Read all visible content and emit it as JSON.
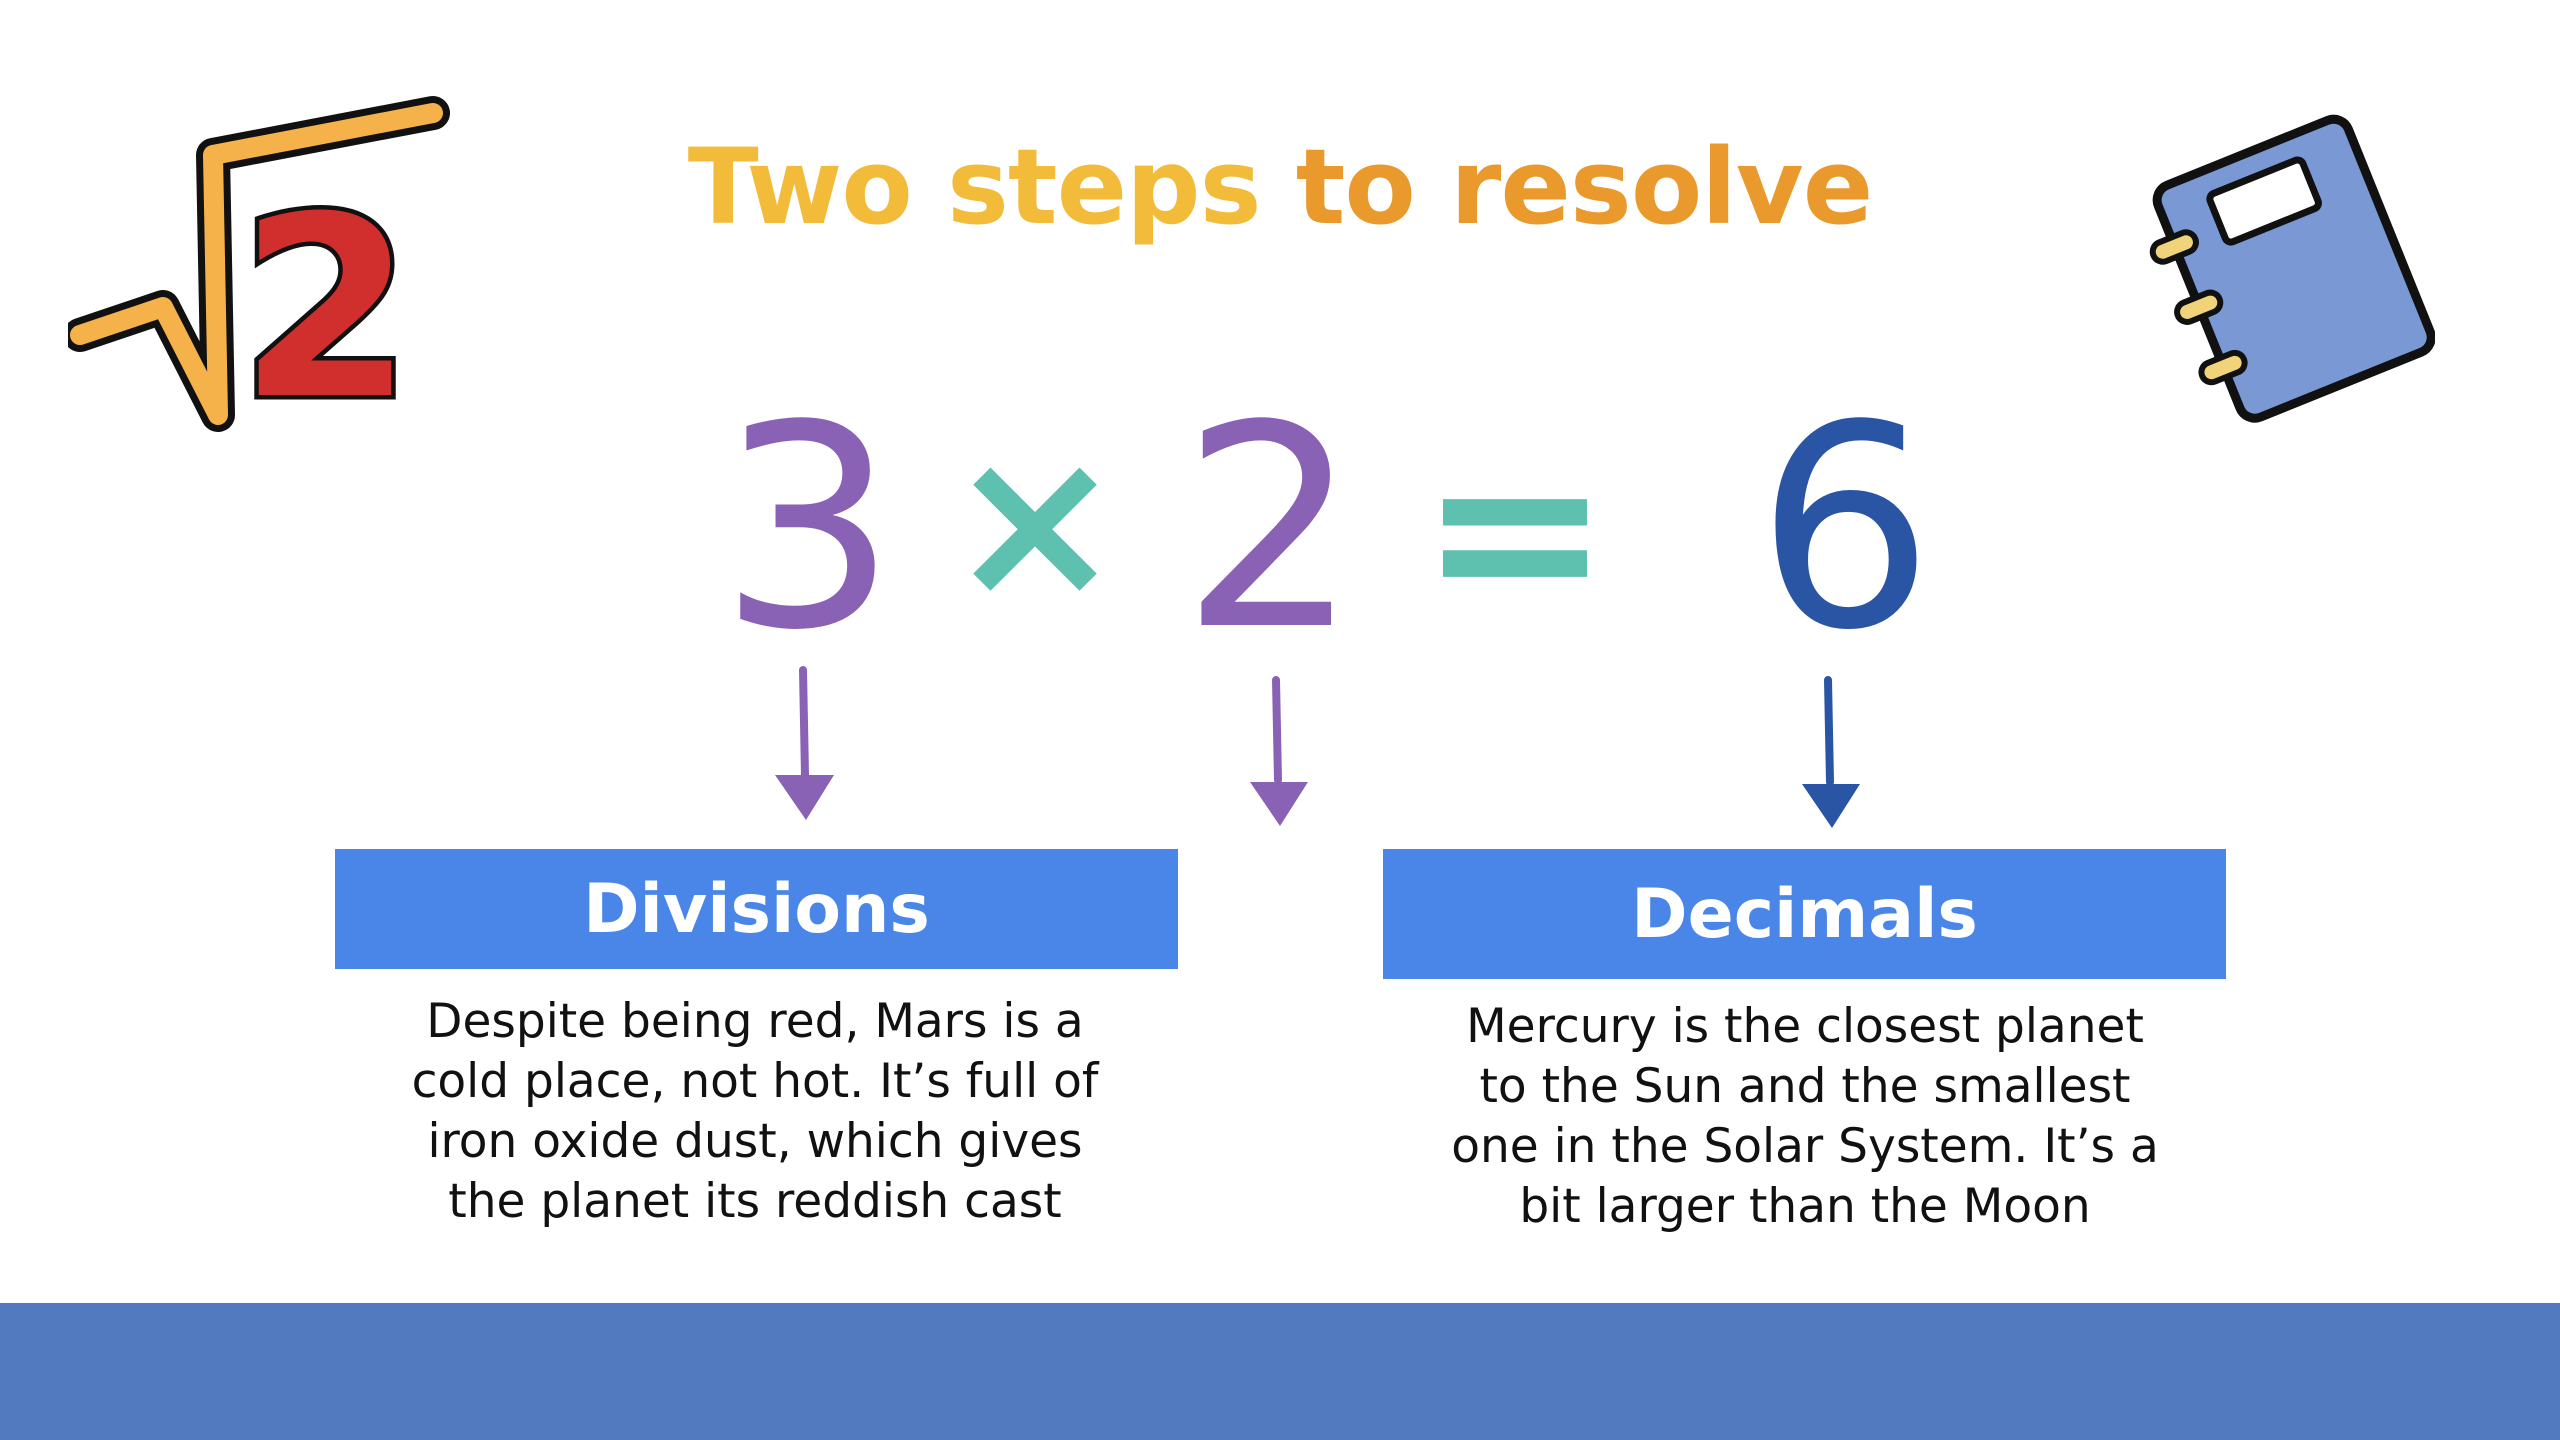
{
  "slide": {
    "title_part1": "Two steps",
    "title_part2": "to resolve",
    "equation": {
      "operand1": "3",
      "operator": "×",
      "operand2": "2",
      "equals": "=",
      "result": "6"
    },
    "left_card": {
      "heading": "Divisions",
      "lines": [
        "Despite being red, Mars is a",
        "cold place, not hot. It’s full of",
        "iron oxide dust, which gives",
        "the planet its reddish cast"
      ]
    },
    "right_card": {
      "heading": "Decimals",
      "lines": [
        "Mercury is the closest planet",
        "to the Sun and the smallest",
        "one in the Solar System. It’s a",
        "bit larger than the Moon"
      ]
    },
    "sqrt_icon": {
      "symbol": "√",
      "number": "2",
      "icon": "square-root-icon"
    },
    "notebook_icon": {
      "icon": "notebook-icon"
    }
  },
  "colors": {
    "title_yellow": "#f2bc3a",
    "title_orange": "#ea9a2c",
    "purple": "#8a62b5",
    "teal": "#5ec1b0",
    "dark_blue": "#2a55a5",
    "box_blue": "#4a86e8",
    "footer_blue": "#527bbf",
    "notebook_blue": "#7a98d4",
    "sqrt_orange": "#f6b24a",
    "sqrt_red": "#d12e2e"
  }
}
